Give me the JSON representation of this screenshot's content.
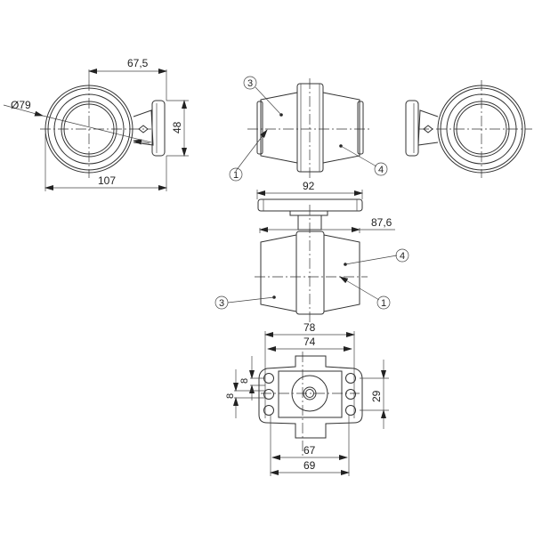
{
  "drawing": {
    "views": {
      "front_left": {
        "dim_diameter": "Ø79",
        "dim_top": "67,5",
        "dim_bottom": "107",
        "dim_height": "48"
      },
      "side_top": {
        "callouts": [
          "3",
          "1",
          "4"
        ]
      },
      "side_middle": {
        "dim_base_width": "92",
        "dim_body_width": "87,6",
        "callouts": [
          "4",
          "3",
          "1"
        ]
      },
      "bottom": {
        "dim_outer": "78",
        "dim_inner": "74",
        "dim_small_top": "8",
        "dim_small_left": "8",
        "dim_height": "29",
        "dim_holes_inner": "67",
        "dim_holes_outer": "69"
      }
    }
  }
}
